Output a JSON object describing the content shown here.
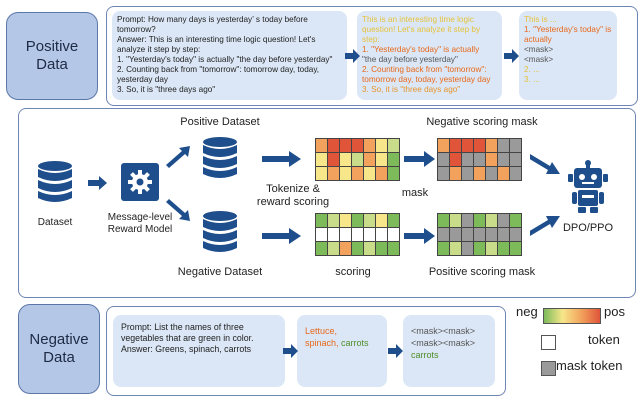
{
  "positive": {
    "label_line1": "Positive",
    "label_line2": "Data",
    "bubble1": [
      "Prompt: How many days is  yesterday’  s today before tomorrow?",
      "Answer: This is an interesting time logic question! Let's analyze it step by step:",
      "1. \"Yesterday's today\" is actually \"the day before yesterday\"",
      "2.  Counting back from \"tomorrow\": tomorrow day, today, yesterday day",
      "3. So, it is \"three days ago\""
    ],
    "bubble2": [
      "This is an interesting time logic question! Let's analyze it step by step:",
      "1. \"Yesterday's today\" is actually",
      "\"the day before yesterday\"",
      "2.  Counting back from \"tomorrow\": tomorrow day, today, yesterday day",
      "3. So, it is \"three days ago\""
    ],
    "bubble3": [
      "This is ...",
      "1. \"Yesterday's today\" is actually",
      "<mask>",
      "<mask>",
      "2. ...",
      "3. ..."
    ]
  },
  "middle": {
    "dataset_label": "Dataset",
    "reward_model_label_1": "Message-level",
    "reward_model_label_2": "Reward Model",
    "positive_dataset_label": "Positive Dataset",
    "negative_dataset_label": "Negative Dataset",
    "tokenize_label_1": "Tokenize &",
    "tokenize_label_2": "reward scoring",
    "scoring_label": "scoring",
    "negative_mask_label": "Negative scoring mask",
    "positive_mask_label": "Positive scoring mask",
    "mask_label": "mask",
    "dpo_label": "DPO/PPO"
  },
  "negative": {
    "label_line1": "Negative",
    "label_line2": "Data",
    "bubble1": [
      "Prompt: List the names of three vegetables that are green in color.",
      "Answer: Greens, spinach, carrots"
    ],
    "bubble2_part1": "Lettuce,",
    "bubble2_part2": "spinach,",
    "bubble2_part3": " carrots",
    "bubble3_line1": "<mask><mask>",
    "bubble3_line2": "<mask><mask>",
    "bubble3_line3": "carrots"
  },
  "legend": {
    "neg": "neg",
    "pos": "pos",
    "token": "token",
    "mask_token": "mask token"
  },
  "colors": {
    "red": "#e0553a",
    "orange": "#f2a25c",
    "yellow": "#f7e68a",
    "lightgreen": "#c9dc8a",
    "green": "#7dbb5a",
    "white": "#ffffff",
    "gray": "#9a9a9a",
    "blue": "#1f4e8c",
    "panel": "#dbe7f6"
  },
  "grids": {
    "top": [
      [
        "orange",
        "red",
        "red",
        "red",
        "orange",
        "yellow",
        "lightgreen"
      ],
      [
        "yellow",
        "red",
        "yellow",
        "lightgreen",
        "orange",
        "yellow",
        "green"
      ],
      [
        "yellow",
        "orange",
        "yellow",
        "orange",
        "yellow",
        "orange",
        "green"
      ]
    ],
    "top_masked": [
      [
        "orange",
        "red",
        "red",
        "red",
        "orange",
        "gray",
        "gray"
      ],
      [
        "gray",
        "red",
        "gray",
        "gray",
        "orange",
        "gray",
        "gray"
      ],
      [
        "gray",
        "orange",
        "gray",
        "orange",
        "gray",
        "orange",
        "gray"
      ]
    ],
    "bottom": [
      [
        "green",
        "lightgreen",
        "yellow",
        "green",
        "lightgreen",
        "yellow",
        "green"
      ],
      [
        "white",
        "white",
        "white",
        "white",
        "white",
        "white",
        "white"
      ],
      [
        "green",
        "lightgreen",
        "orange",
        "green",
        "lightgreen",
        "green",
        "green"
      ]
    ],
    "bottom_masked": [
      [
        "green",
        "lightgreen",
        "gray",
        "green",
        "lightgreen",
        "gray",
        "green"
      ],
      [
        "gray",
        "gray",
        "gray",
        "gray",
        "gray",
        "gray",
        "gray"
      ],
      [
        "green",
        "lightgreen",
        "gray",
        "green",
        "lightgreen",
        "green",
        "green"
      ]
    ]
  }
}
